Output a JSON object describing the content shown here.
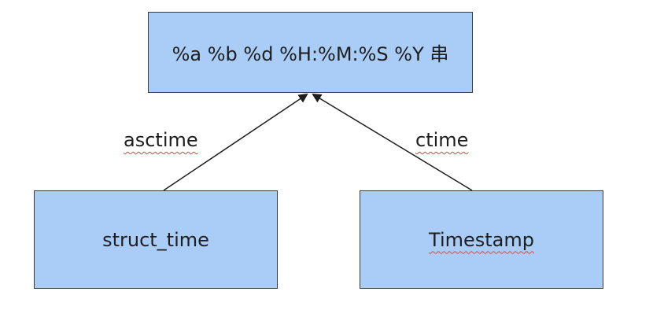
{
  "nodes": {
    "top": {
      "text": "%a %b %d %H:%M:%S %Y 串"
    },
    "left": {
      "text": "struct_time"
    },
    "right": {
      "text": "Timestamp"
    }
  },
  "edges": {
    "asctime": {
      "label": "asctime"
    },
    "ctime": {
      "label": "ctime"
    }
  },
  "colors": {
    "box_fill": "#a9cdf7",
    "box_border": "#3a3a3a",
    "line": "#1e1e1e",
    "spellcheck_squiggle": "#e0463f"
  }
}
